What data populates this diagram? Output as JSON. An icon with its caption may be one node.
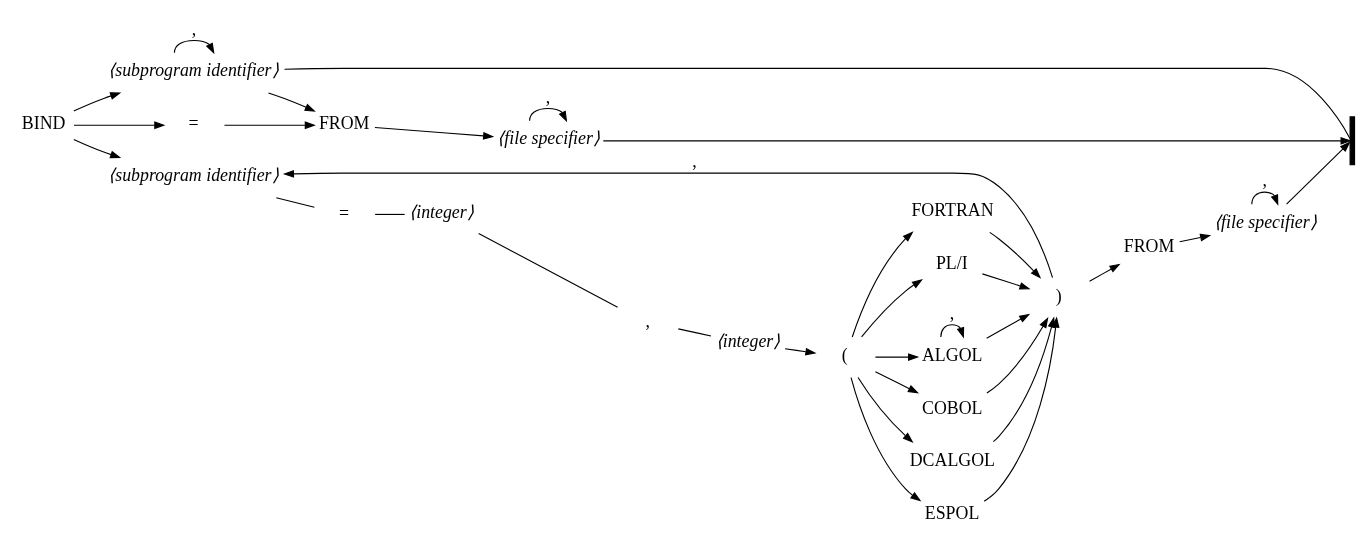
{
  "diagram": {
    "nodes": [
      {
        "text": [
          "BIND"
        ]
      },
      {
        "text": [
          "⟨subprogram identifier⟩"
        ]
      },
      {
        "text": [
          "="
        ]
      },
      {
        "text": [
          "FROM"
        ]
      },
      {
        "text": [
          "⟨file specifier⟩"
        ]
      },
      {
        "text": [],
        "shape": "bar"
      },
      {
        "text": [
          "⟨subprogram identifier⟩"
        ]
      },
      {
        "text": [
          "="
        ]
      },
      {
        "text": [
          "⟨integer⟩"
        ]
      },
      {
        "text": [
          ","
        ]
      },
      {
        "text": [
          "⟨integer⟩"
        ]
      },
      {
        "text": [
          "("
        ]
      },
      {
        "text": [
          "ALGOL"
        ]
      },
      {
        "text": [
          "COBOL"
        ]
      },
      {
        "text": [
          "DCALGOL"
        ]
      },
      {
        "text": [
          "ESPOL"
        ]
      },
      {
        "text": [
          "FORTRAN"
        ]
      },
      {
        "text": [
          "PL/I"
        ]
      },
      {
        "text": [
          ")"
        ]
      },
      {
        "text": [
          "FROM"
        ]
      },
      {
        "text": [
          "⟨file specifier⟩"
        ]
      }
    ],
    "edges": [
      {
        "from": 0,
        "to": 1,
        "arrow": "to"
      },
      {
        "from": 1,
        "to": 1,
        "arrow": "to",
        "label": ","
      },
      {
        "from": 0,
        "to": 2,
        "arrow": "to"
      },
      {
        "from": 1,
        "to": 5,
        "arrow": "none"
      },
      {
        "from": 1,
        "to": 3,
        "arrow": "to"
      },
      {
        "from": 2,
        "to": 3,
        "arrow": "to"
      },
      {
        "from": 3,
        "to": 4,
        "arrow": "to"
      },
      {
        "from": 4,
        "to": 4,
        "arrow": "to",
        "label": ","
      },
      {
        "from": 4,
        "to": 5,
        "arrow": "to"
      },
      {
        "from": 0,
        "to": 6,
        "arrow": "to"
      },
      {
        "from": 6,
        "to": 7,
        "arrow": "none"
      },
      {
        "from": 7,
        "to": 8,
        "arrow": "none"
      },
      {
        "from": 8,
        "to": 9,
        "arrow": "none"
      },
      {
        "from": 9,
        "to": 10,
        "arrow": "none"
      },
      {
        "from": 10,
        "to": 11,
        "arrow": "to"
      },
      {
        "from": 11,
        "to": 12,
        "arrow": "to"
      },
      {
        "from": 11,
        "to": 13,
        "arrow": "to"
      },
      {
        "from": 11,
        "to": 14,
        "arrow": "to"
      },
      {
        "from": 11,
        "to": 15,
        "arrow": "to"
      },
      {
        "from": 11,
        "to": 16,
        "arrow": "to"
      },
      {
        "from": 11,
        "to": 17,
        "arrow": "to"
      },
      {
        "from": 12,
        "to": 12,
        "arrow": "to",
        "label": ","
      },
      {
        "from": 12,
        "to": 18,
        "arrow": "to"
      },
      {
        "from": 13,
        "to": 18,
        "arrow": "to"
      },
      {
        "from": 14,
        "to": 18,
        "arrow": "to"
      },
      {
        "from": 15,
        "to": 18,
        "arrow": "to"
      },
      {
        "from": 16,
        "to": 18,
        "arrow": "to"
      },
      {
        "from": 17,
        "to": 18,
        "arrow": "to"
      },
      {
        "from": 18,
        "to": 6,
        "arrow": "to",
        "label": ","
      },
      {
        "from": 18,
        "to": 19,
        "arrow": "to"
      },
      {
        "from": 19,
        "to": 20,
        "arrow": "to"
      },
      {
        "from": 20,
        "to": 20,
        "arrow": "to",
        "label": ","
      },
      {
        "from": 20,
        "to": 5,
        "arrow": "to"
      }
    ]
  }
}
